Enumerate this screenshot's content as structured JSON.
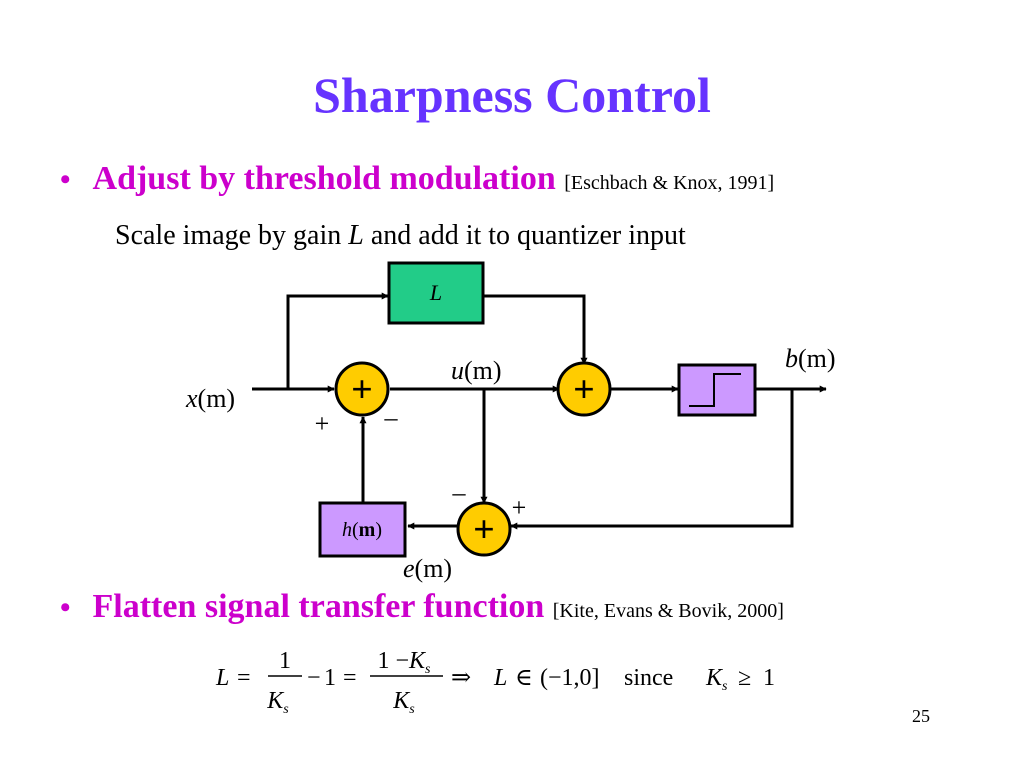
{
  "title": "Sharpness Control",
  "bullet1": {
    "symbol": "•",
    "text": "Adjust by threshold modulation",
    "citation": "[Eschbach & Knox, 1991]"
  },
  "subtext": {
    "before": "Scale image by gain ",
    "var": "L",
    "after": " and add it to quantizer input"
  },
  "diagram": {
    "input_var": "x",
    "input_arg": "(m)",
    "gain_label": "L",
    "u_var": "u",
    "u_arg": "(m)",
    "output_var": "b",
    "output_arg": "(m)",
    "error_var": "e",
    "error_arg": "(m)",
    "filter_var": "h",
    "filter_arg_open": "(",
    "filter_arg_bold": "m",
    "filter_arg_close": ")",
    "sum_symbol": "+",
    "sign_plus": "+",
    "sign_minus": "–",
    "colors": {
      "gain_fill": "#22cc88",
      "adder_fill": "#ffcc00",
      "block_fill": "#cc99ff"
    }
  },
  "bullet2": {
    "symbol": "•",
    "text": "Flatten signal transfer function",
    "citation": "[Kite, Evans & Bovik, 2000]"
  },
  "equation": {
    "L": "L",
    "eq": "=",
    "one": "1",
    "K": "K",
    "s": "s",
    "minus": "−",
    "one_minus": "1 −",
    "implies": "⇒",
    "in": "∈",
    "interval": "(−1,0]",
    "since": "since",
    "geq": "≥"
  },
  "page_number": "25"
}
